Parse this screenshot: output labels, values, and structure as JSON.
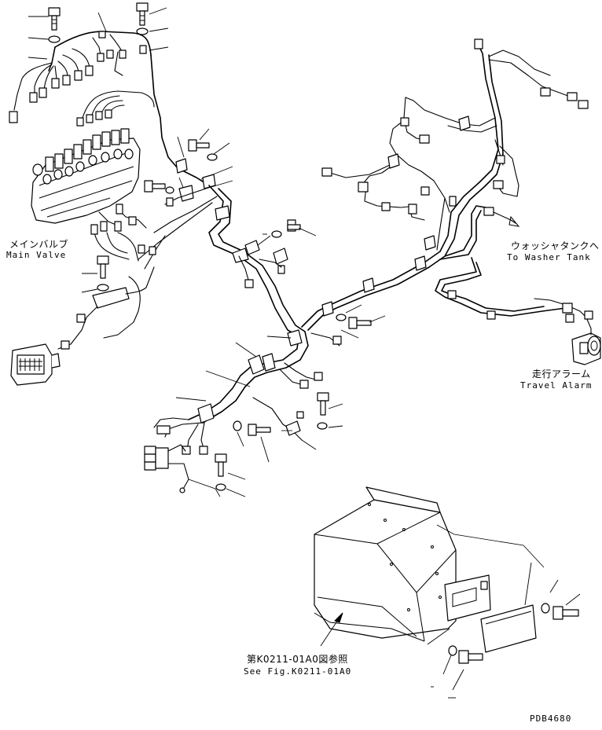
{
  "labels": {
    "main_valve_jp": "メインバルブ",
    "main_valve_en": "Main Valve",
    "washer_tank_jp": "ウォッシャタンクへ",
    "washer_tank_en": "To Washer Tank",
    "travel_alarm_jp": "走行アラーム",
    "travel_alarm_en": "Travel Alarm",
    "see_fig_jp": "第K0211-01A0図参照",
    "see_fig_en": "See Fig.K0211-01A0",
    "drawing_number": "PDB4680"
  }
}
